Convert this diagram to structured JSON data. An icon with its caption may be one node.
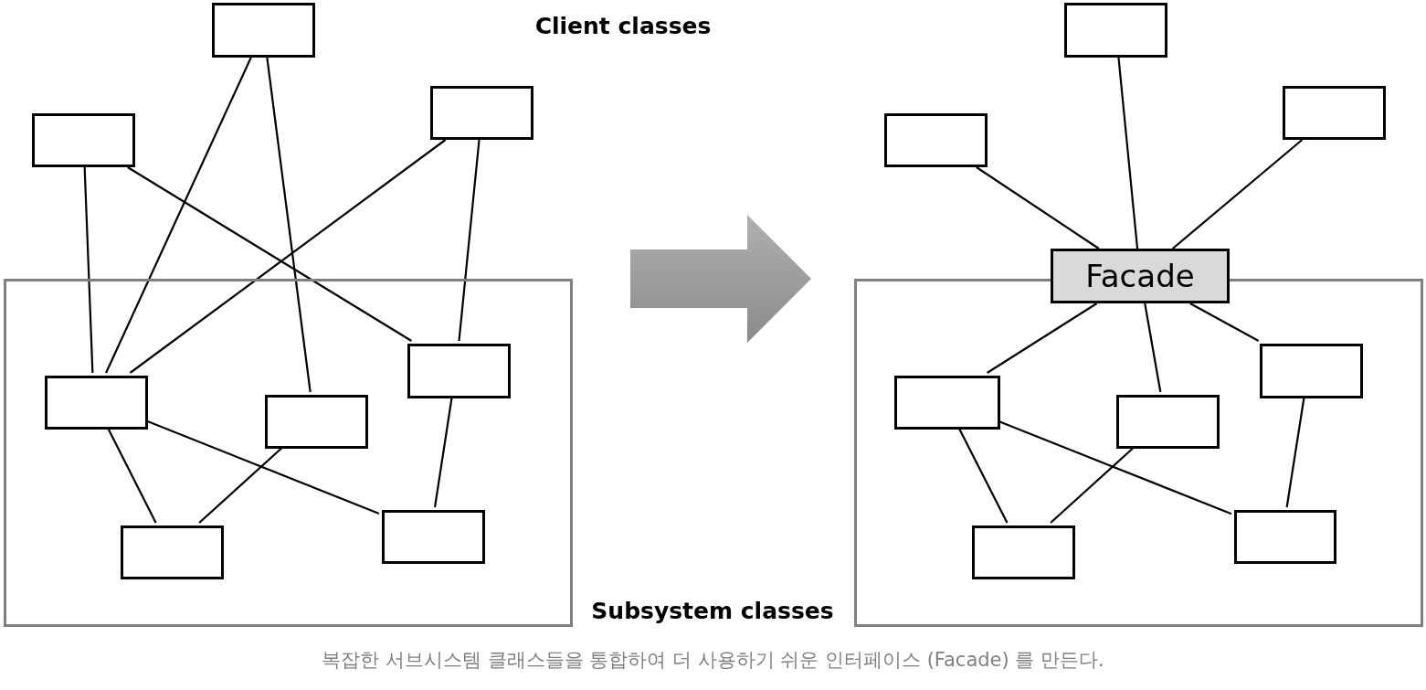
{
  "diagram": {
    "caption": "복잡한 서브시스템 클래스들을 통합하여 더 사용하기 쉬운 인터페이스 (Facade) 를 만든다.",
    "nodes": [
      {
        "text": [],
        "shape": "box"
      },
      {
        "text": [],
        "shape": "box"
      },
      {
        "text": [],
        "shape": "box"
      },
      {
        "text": [],
        "shape": "box"
      },
      {
        "text": [],
        "shape": "box",
        "in": 3
      },
      {
        "text": [],
        "shape": "box",
        "in": 3
      },
      {
        "text": [],
        "shape": "box",
        "in": 3
      },
      {
        "text": [],
        "shape": "box",
        "in": 3
      },
      {
        "text": [],
        "shape": "box",
        "in": 3
      },
      {
        "text": [],
        "shape": "box"
      },
      {
        "text": [],
        "shape": "box"
      },
      {
        "text": [],
        "shape": "box"
      },
      {
        "text": [
          "Facade"
        ]
      },
      {
        "text": [],
        "shape": "box"
      },
      {
        "text": [],
        "shape": "box",
        "in": 13
      },
      {
        "text": [],
        "shape": "box",
        "in": 13
      },
      {
        "text": [],
        "shape": "box",
        "in": 13
      },
      {
        "text": [],
        "shape": "box",
        "in": 13
      },
      {
        "text": [],
        "shape": "box",
        "in": 13
      }
    ],
    "edges": [
      {
        "from": 0,
        "to": 4,
        "arrow": "none"
      },
      {
        "from": 0,
        "to": 5,
        "arrow": "none"
      },
      {
        "from": 1,
        "to": 4,
        "arrow": "none"
      },
      {
        "from": 1,
        "to": 6,
        "arrow": "none"
      },
      {
        "from": 2,
        "to": 4,
        "arrow": "none"
      },
      {
        "from": 2,
        "to": 6,
        "arrow": "none"
      },
      {
        "from": 4,
        "to": 7,
        "arrow": "none"
      },
      {
        "from": 4,
        "to": 8,
        "arrow": "none"
      },
      {
        "from": 5,
        "to": 7,
        "arrow": "none"
      },
      {
        "from": 6,
        "to": 8,
        "arrow": "none"
      },
      {
        "from": 9,
        "to": 12,
        "arrow": "none"
      },
      {
        "from": 10,
        "to": 12,
        "arrow": "none"
      },
      {
        "from": 11,
        "to": 12,
        "arrow": "none"
      },
      {
        "from": 12,
        "to": 14,
        "arrow": "none"
      },
      {
        "from": 12,
        "to": 15,
        "arrow": "none"
      },
      {
        "from": 12,
        "to": 16,
        "arrow": "none"
      },
      {
        "from": 14,
        "to": 17,
        "arrow": "none"
      },
      {
        "from": 14,
        "to": 18,
        "arrow": "none"
      },
      {
        "from": 15,
        "to": 17,
        "arrow": "none"
      },
      {
        "from": 16,
        "to": 18,
        "arrow": "none"
      }
    ],
    "labels": [
      "Client classes",
      "Subsystem classes"
    ]
  }
}
